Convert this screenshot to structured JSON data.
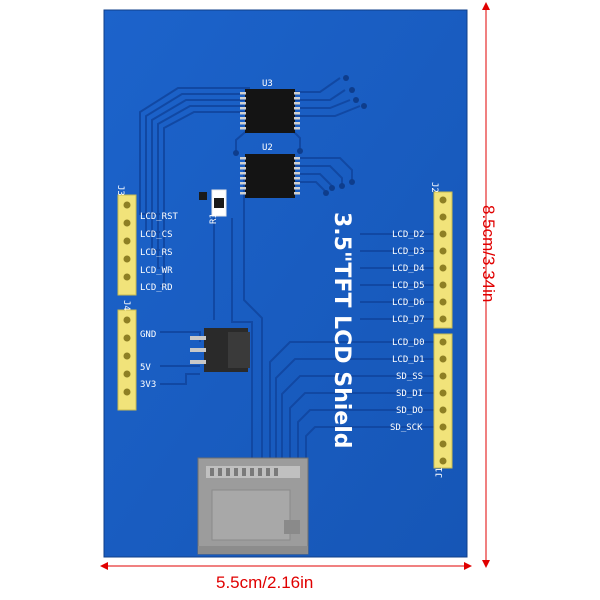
{
  "board": {
    "title": "3.5\"TFT LCD Shield",
    "chips": {
      "u3": "U3",
      "u2": "U2",
      "r1": "R1"
    },
    "headers": {
      "j3": {
        "ref": "J3",
        "pins": [
          "LCD_RST",
          "LCD_CS",
          "LCD_RS",
          "LCD_WR",
          "LCD_RD"
        ]
      },
      "j4": {
        "ref": "J4",
        "pins": [
          "GND",
          "",
          "5V",
          "3V3"
        ]
      },
      "j2": {
        "ref": "J2",
        "pins": [
          "LCD_D2",
          "LCD_D3",
          "LCD_D4",
          "LCD_D5",
          "LCD_D6",
          "LCD_D7"
        ]
      },
      "j1": {
        "ref": "J1",
        "pins": [
          "LCD_D0",
          "LCD_D1",
          "SD_SS",
          "SD_DI",
          "SD_DO",
          "SD_SCK"
        ]
      }
    }
  },
  "dimensions": {
    "height": "8.5cm/3.34in",
    "width": "5.5cm/2.16in"
  },
  "colors": {
    "pcb": "#1a5fc4",
    "trace": "#1451ad",
    "header": "#f1e37a",
    "dimension": "#e00000"
  }
}
